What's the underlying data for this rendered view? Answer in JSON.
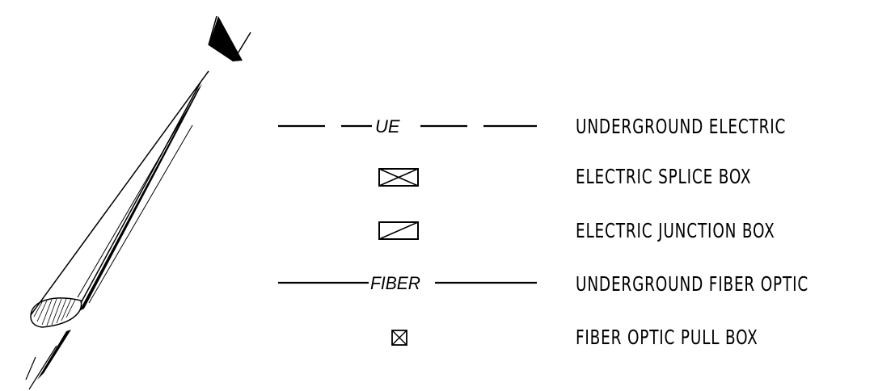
{
  "north_arrow": {
    "icon": "north-arrow-icon"
  },
  "legend": {
    "items": [
      {
        "symbol": "dashed-line-with-label",
        "symbol_text": "UE",
        "label": "UNDERGROUND ELECTRIC"
      },
      {
        "symbol": "box-with-x",
        "symbol_text": "",
        "label": "ELECTRIC SPLICE BOX"
      },
      {
        "symbol": "box-with-diagonal",
        "symbol_text": "",
        "label": "ELECTRIC JUNCTION BOX"
      },
      {
        "symbol": "solid-line-with-label",
        "symbol_text": "FIBER",
        "label": "UNDERGROUND FIBER OPTIC"
      },
      {
        "symbol": "small-box-with-x",
        "symbol_text": "",
        "label": "FIBER OPTIC PULL BOX"
      }
    ]
  }
}
